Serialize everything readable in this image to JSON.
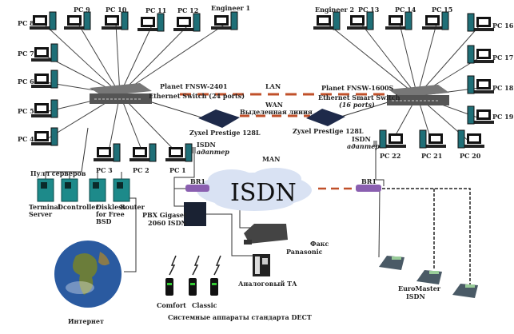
{
  "colors": {
    "link_dashed": "#c0502a",
    "server": "#1d8a8a",
    "pc_case": "#1f6f77",
    "cloud": "#d9e2f3",
    "modem": "#1e2a4a",
    "br1": "#8a5fb0"
  },
  "pcs": [
    {
      "id": "pc8",
      "label": "PC 8",
      "switch": "left"
    },
    {
      "id": "pc9",
      "label": "PC 9",
      "switch": "left"
    },
    {
      "id": "pc10",
      "label": "PC 10",
      "switch": "left"
    },
    {
      "id": "pc11",
      "label": "PC 11",
      "switch": "left"
    },
    {
      "id": "pc12",
      "label": "PC 12",
      "switch": "left"
    },
    {
      "id": "eng1",
      "label": "Engineer 1",
      "switch": "left"
    },
    {
      "id": "pc7",
      "label": "PC 7",
      "switch": "left"
    },
    {
      "id": "pc6",
      "label": "PC 6",
      "switch": "left"
    },
    {
      "id": "pc5",
      "label": "PC 5",
      "switch": "left"
    },
    {
      "id": "pc4",
      "label": "PC 4",
      "switch": "left"
    },
    {
      "id": "pc3",
      "label": "PC 3",
      "switch": "left"
    },
    {
      "id": "pc2",
      "label": "PC 2",
      "switch": "left"
    },
    {
      "id": "pc1",
      "label": "PC 1",
      "switch": "left"
    },
    {
      "id": "eng2",
      "label": "Engineer 2",
      "switch": "right"
    },
    {
      "id": "pc13",
      "label": "PC 13",
      "switch": "right"
    },
    {
      "id": "pc14",
      "label": "PC 14",
      "switch": "right"
    },
    {
      "id": "pc15",
      "label": "PC 15",
      "switch": "right"
    },
    {
      "id": "pc16",
      "label": "PC 16",
      "switch": "right"
    },
    {
      "id": "pc17",
      "label": "PC 17",
      "switch": "right"
    },
    {
      "id": "pc18",
      "label": "PC 18",
      "switch": "right"
    },
    {
      "id": "pc19",
      "label": "PC 19",
      "switch": "right"
    },
    {
      "id": "pc22",
      "label": "PC 22",
      "switch": "right"
    },
    {
      "id": "pc21",
      "label": "PC 21",
      "switch": "right"
    },
    {
      "id": "pc20",
      "label": "PC 20",
      "switch": "right"
    }
  ],
  "switch_left": {
    "line1": "Planet FNSW-2401",
    "line2": "Ethernet Switch (24 ports)"
  },
  "switch_right": {
    "line1": "Planet FNSW-1600S",
    "line2": "Ethernet Smart Switch",
    "line3": "(16 ports)"
  },
  "links": {
    "lan": "LAN",
    "wan": "WAN",
    "leased": "Выделенная линия",
    "man": "MAN",
    "isdn": "ISDN"
  },
  "zyxel_left": "Zyxel Prestige 128L",
  "zyxel_right": "Zyxel Prestige 128L",
  "isdn_adapter": {
    "line1": "ISDN",
    "line2": "адаптер"
  },
  "br1": "BR1",
  "pbx": {
    "line1": "PBX Gigaset",
    "line2": "2060 ISDN"
  },
  "fax": {
    "line1": "Факс",
    "line2": "Panasonic"
  },
  "analog": "Аналоговый ТА",
  "dect": {
    "comfort": "Comfort",
    "classic": "Classic",
    "caption": "Системные аппараты стандарта DECT"
  },
  "server_pool": {
    "title": "Пулл серверов",
    "servers": [
      {
        "line1": "Terminal",
        "line2": "Server"
      },
      {
        "line1": "Dcontroller",
        "line2": ""
      },
      {
        "line1": "Diskless",
        "line2": "for Free",
        "line3": "BSD"
      },
      {
        "line1": "Router",
        "line2": ""
      }
    ]
  },
  "internet": "Интернет",
  "euromaster": {
    "line1": "EuroMaster",
    "line2": "ISDN"
  }
}
